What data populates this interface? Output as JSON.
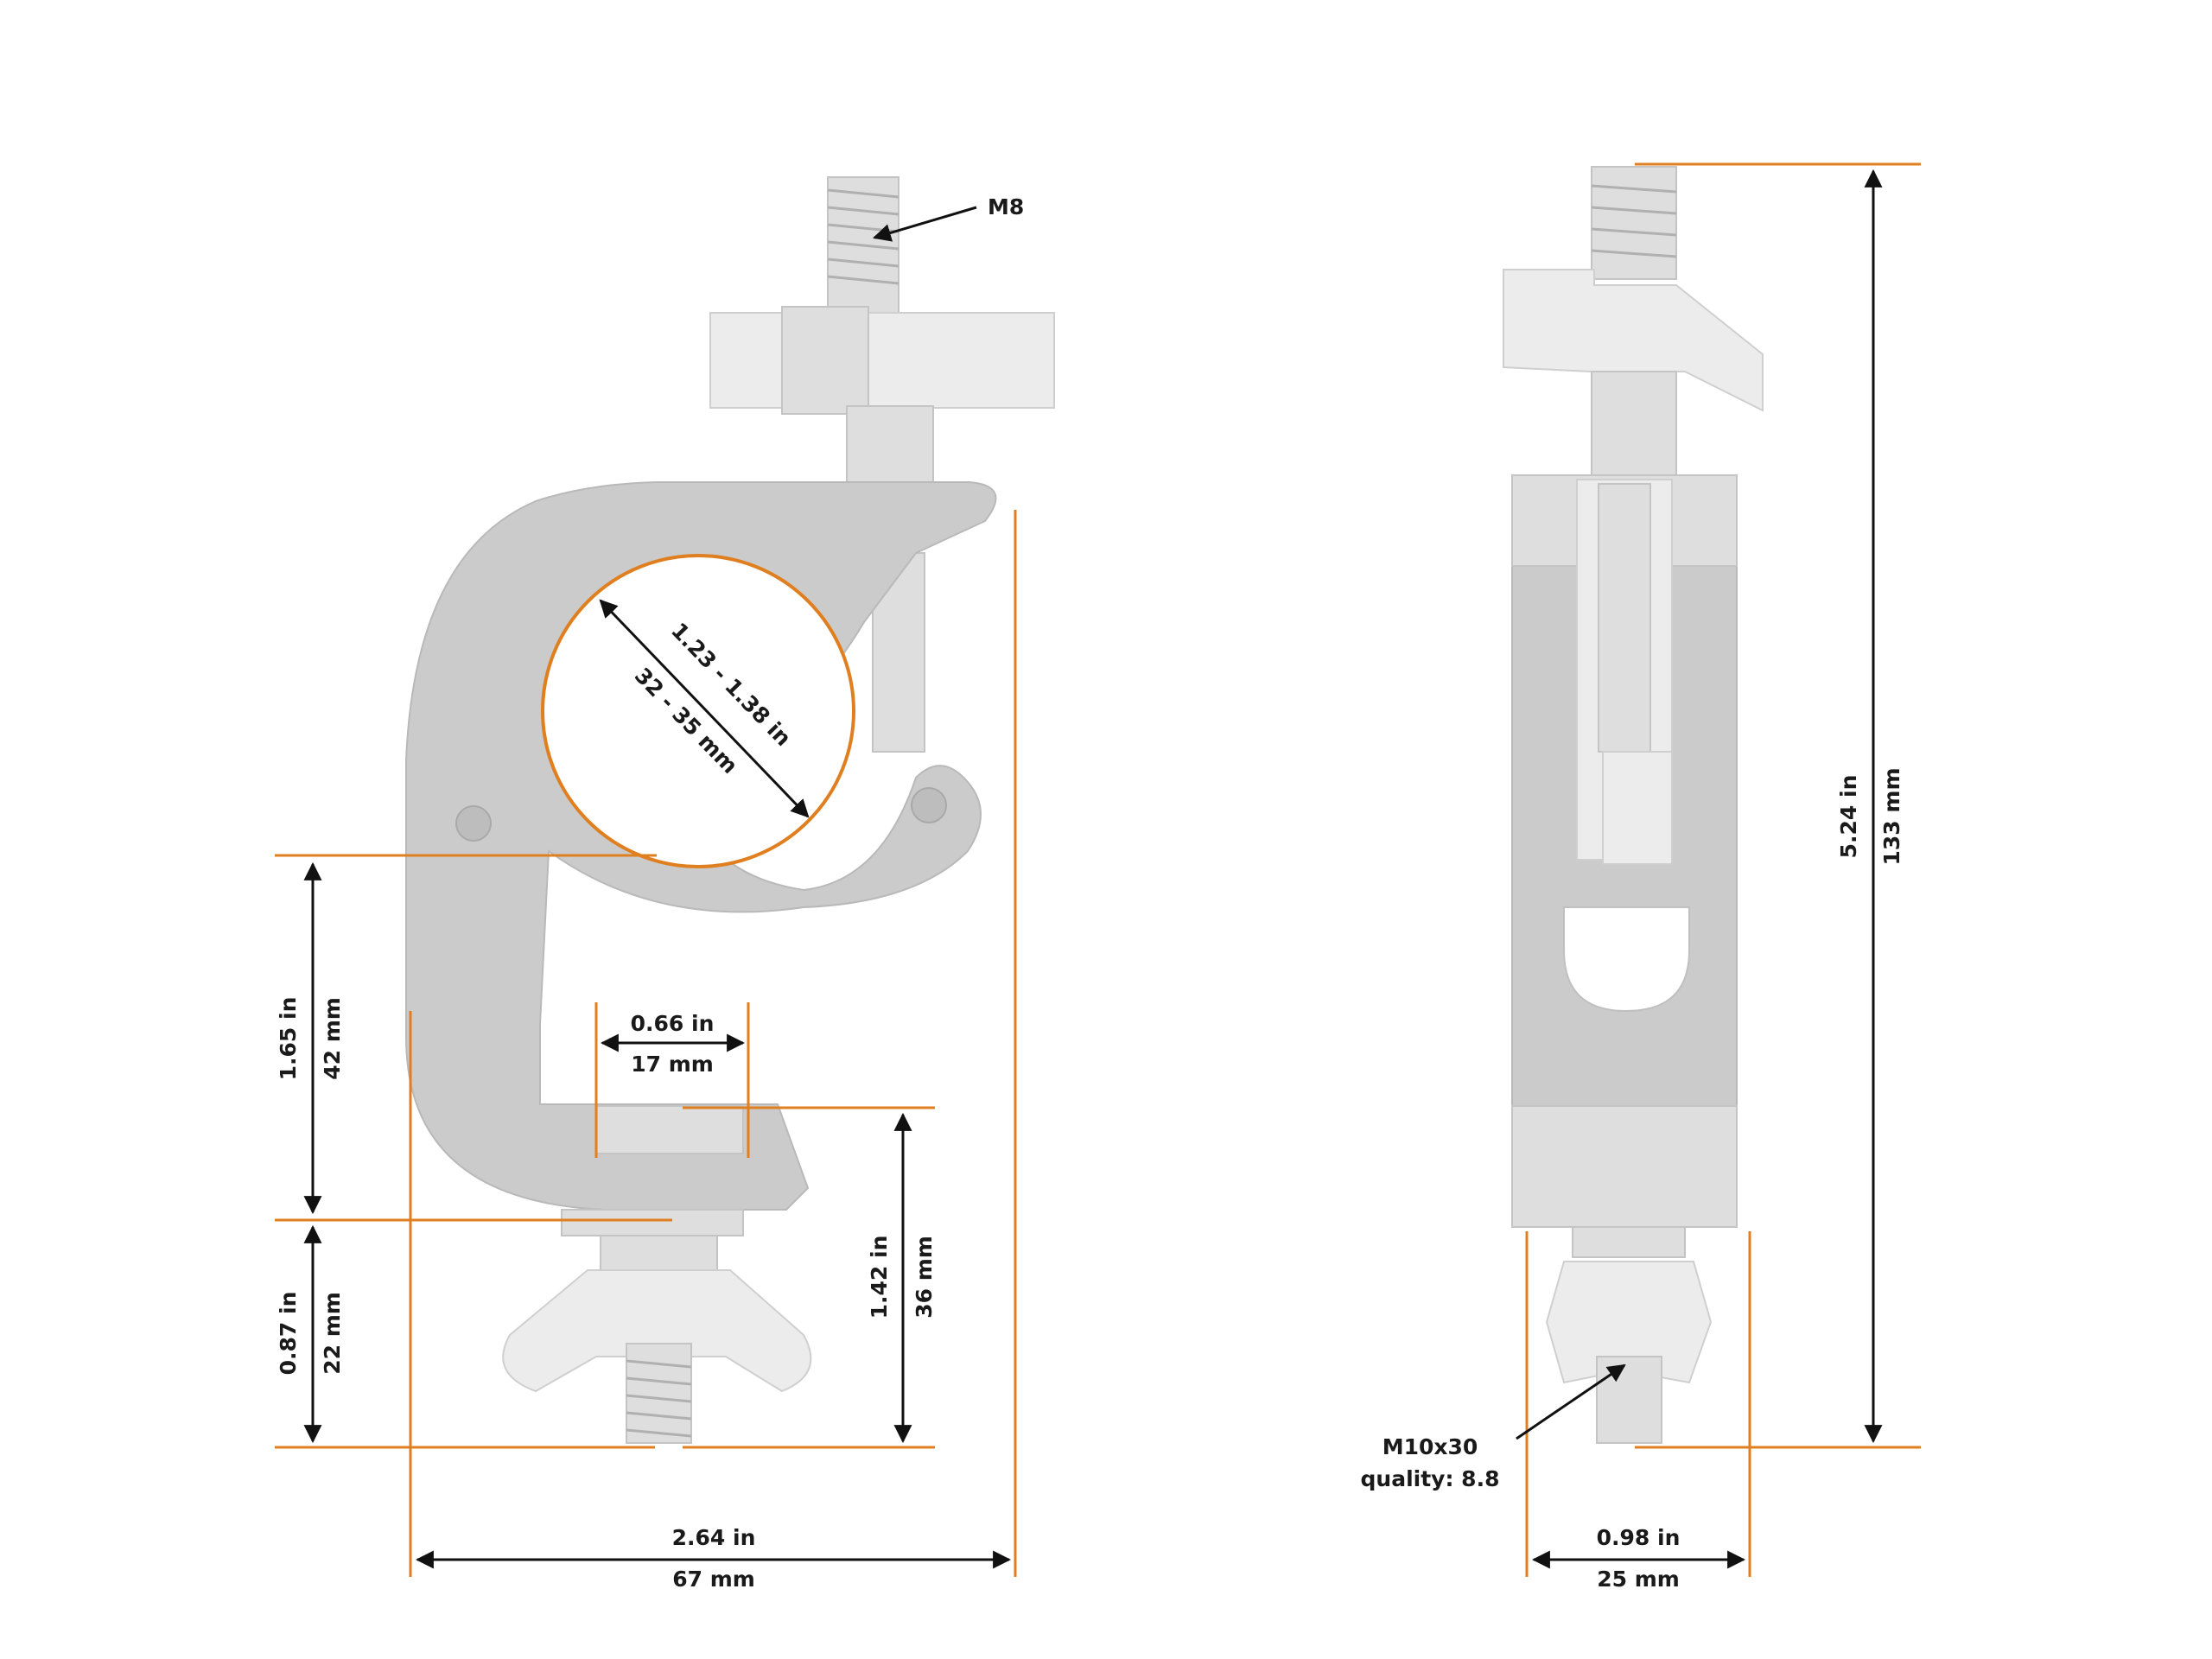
{
  "labels": {
    "m8": "M8",
    "tube_in": "1.23 - 1.38 in",
    "tube_mm": "32 - 35 mm",
    "h1_in": "1.65 in",
    "h1_mm": "42 mm",
    "h2_in": "0.87 in",
    "h2_mm": "22 mm",
    "gap_in": "0.66 in",
    "gap_mm": "17 mm",
    "h3_in": "1.42 in",
    "h3_mm": "36 mm",
    "width_in": "2.64 in",
    "width_mm": "67 mm",
    "height_in": "5.24 in",
    "height_mm": "133 mm",
    "bolt_line1": "M10x30",
    "bolt_line2": "quality: 8.8",
    "side_in": "0.98 in",
    "side_mm": "25 mm"
  },
  "colors": {
    "dimension_line": "#e07f1f",
    "arrow": "#111111",
    "metal": "#cbcbcb"
  }
}
